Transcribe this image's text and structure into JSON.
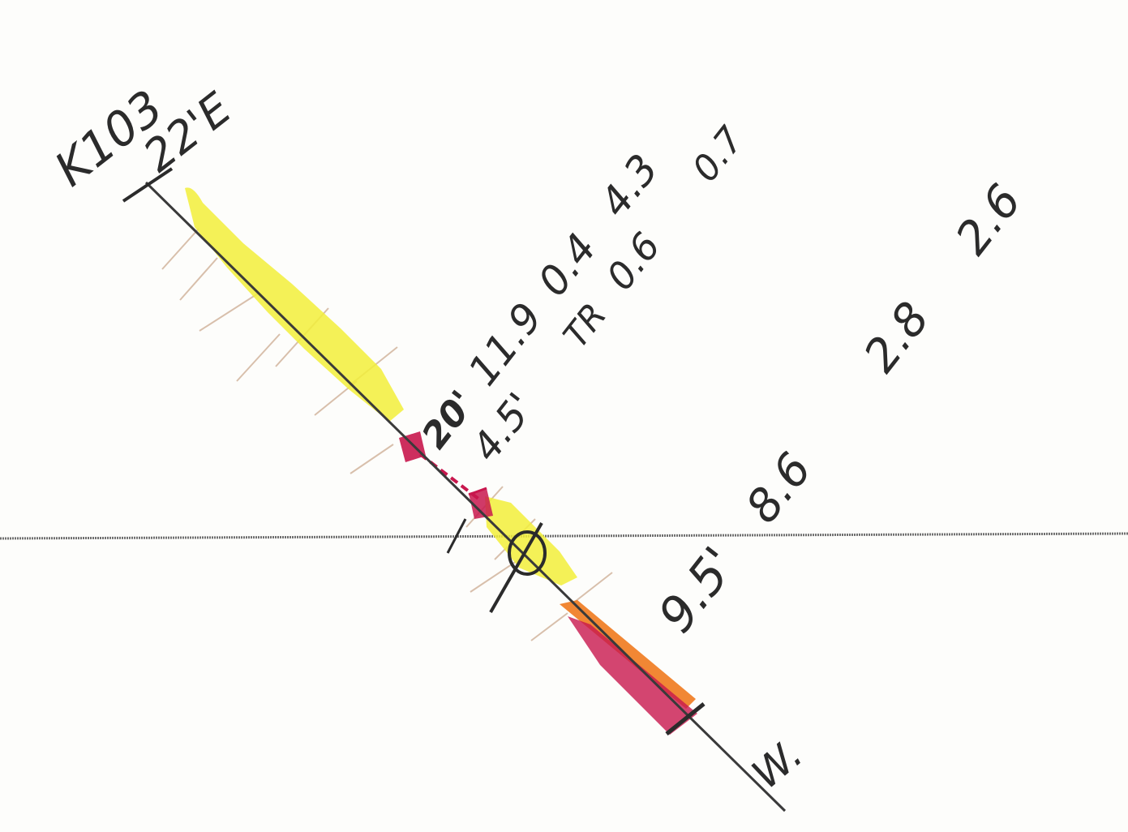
{
  "hole": {
    "id": "K103",
    "collar_label": "22'E",
    "end_label": "W."
  },
  "intervals": [
    {
      "text_1": "20'",
      "text_2": "11.9",
      "text_3": "0.4",
      "text_4": "4.3"
    },
    {
      "text_1": "4.5'",
      "text_2": "TR",
      "text_3": "0.6",
      "text_4": "0.7"
    },
    {
      "text_1": "9.5'",
      "text_2": "8.6",
      "text_3": "2.8",
      "text_4": "2.6"
    }
  ],
  "colors": {
    "yellow_zone": "#f2ee3a",
    "red_zone": "#c8174d",
    "orange_zone": "#f07a1e",
    "pencil": "#2b2b2b",
    "hatch": "#c79a78"
  }
}
